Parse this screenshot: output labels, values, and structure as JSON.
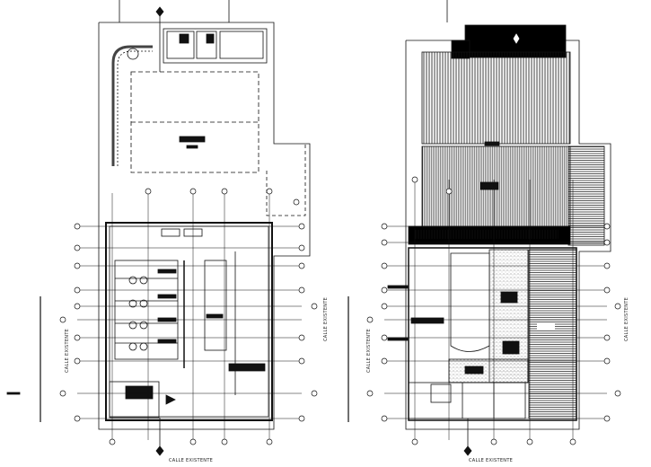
{
  "labels": {
    "left_street_bottom": "CALLE EXISTENTE",
    "left_street_left": "CALLE EXISTENTE",
    "left_street_right": "CALLE EXISTENTE",
    "right_street_bottom": "CALLE EXISTENTE",
    "right_street_left": "CALLE EXISTENTE",
    "right_street_right": "CALLE EXISTENTE"
  },
  "colors": {
    "line": "#111111",
    "roof_fill": "#000000",
    "texture": "#9a9a9a"
  },
  "grid": {
    "row_bubbles": 14,
    "column_bubbles": 9
  }
}
